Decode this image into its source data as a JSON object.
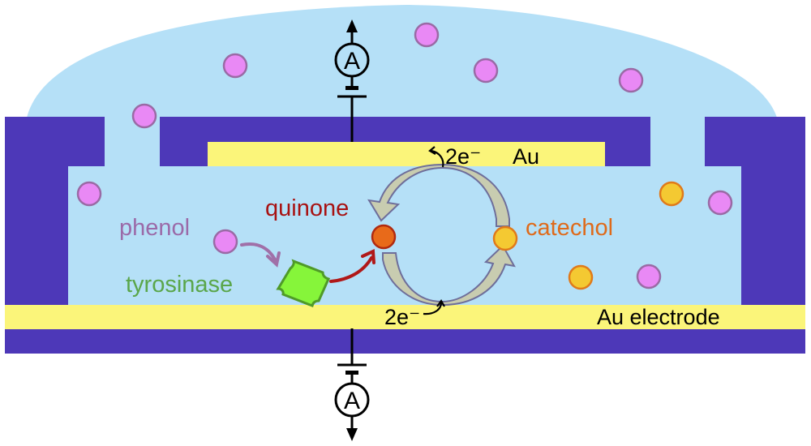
{
  "colors": {
    "solution": "#b5e0f7",
    "substrate": "#4d38b8",
    "gold": "#fbf57a",
    "phenol_fill": "#e989f5",
    "phenol_stroke": "#9a6aa5",
    "catechol_fill": "#f4c932",
    "catechol_stroke": "#e07a1a",
    "quinone_fill": "#e86a1a",
    "quinone_stroke": "#b02a10",
    "enzyme_fill": "#86f53a",
    "enzyme_stroke": "#4f9a28",
    "cycle_arrow_fill": "#c8ccb0",
    "cycle_arrow_stroke": "#6e6e9a",
    "phenol_text": "#9b6aa8",
    "quinone_text": "#a81212",
    "catechol_text": "#df6a1a",
    "tyrosinase_text": "#5aa64a",
    "enzyme_arrow": "#b01818",
    "phenol_arrow": "#a070a8"
  },
  "labels": {
    "phenol": "phenol",
    "quinone": "quinone",
    "catechol": "catechol",
    "tyrosinase": "tyrosinase",
    "top_electrode": "Au",
    "bottom_electrode": "Au electrode",
    "top_electrons": "2e⁻",
    "bottom_electrons": "2e⁻",
    "ammeter_top": "A",
    "ammeter_bottom": "A"
  }
}
